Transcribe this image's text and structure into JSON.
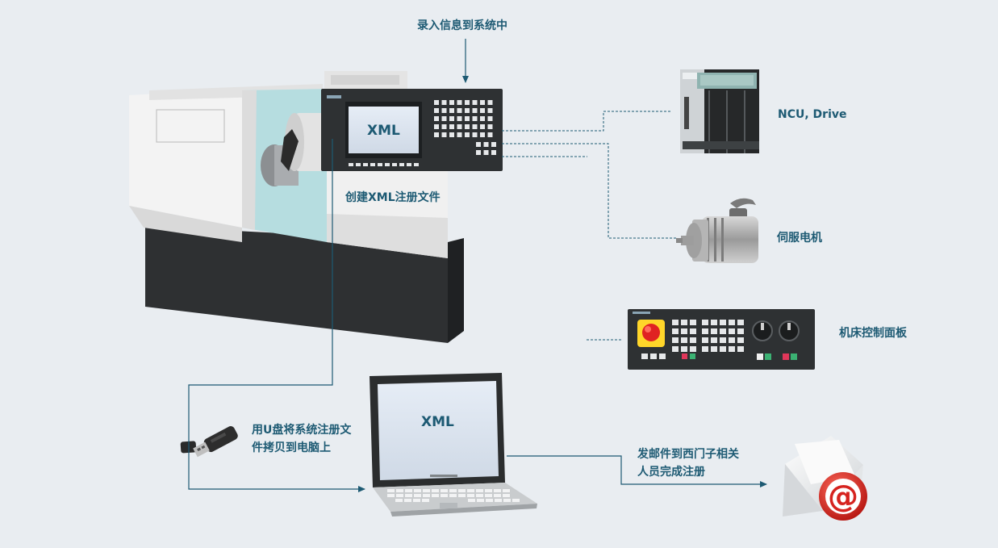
{
  "labels": {
    "top_instruction": "录入信息到系统中",
    "machine_screen_text": "XML",
    "create_xml": "创建XML注册文件",
    "ncu_drive": "NCU, Drive",
    "servo_motor": "伺服电机",
    "machine_control_panel": "机床控制面板",
    "usb_line1": "用U盘将系统注册文",
    "usb_line2": "件拷贝到电脑上",
    "laptop_screen_text": "XML",
    "email_line1": "发邮件到西门子相关",
    "email_line2": "人员完成注册"
  },
  "colors": {
    "background": "#e9edf1",
    "label_text": "#1d5a73",
    "connector": "#1d5a73",
    "machine_dark": "#303234",
    "machine_light": "#f2f2f2",
    "window_cyan": "#b6dde0",
    "screen": "#dde6f0",
    "email_red": "#d6231f"
  },
  "icons": [
    "lathe-machine-icon",
    "ncu-drive-icon",
    "servo-motor-icon",
    "machine-control-panel-icon",
    "usb-stick-icon",
    "laptop-icon",
    "email-icon"
  ]
}
